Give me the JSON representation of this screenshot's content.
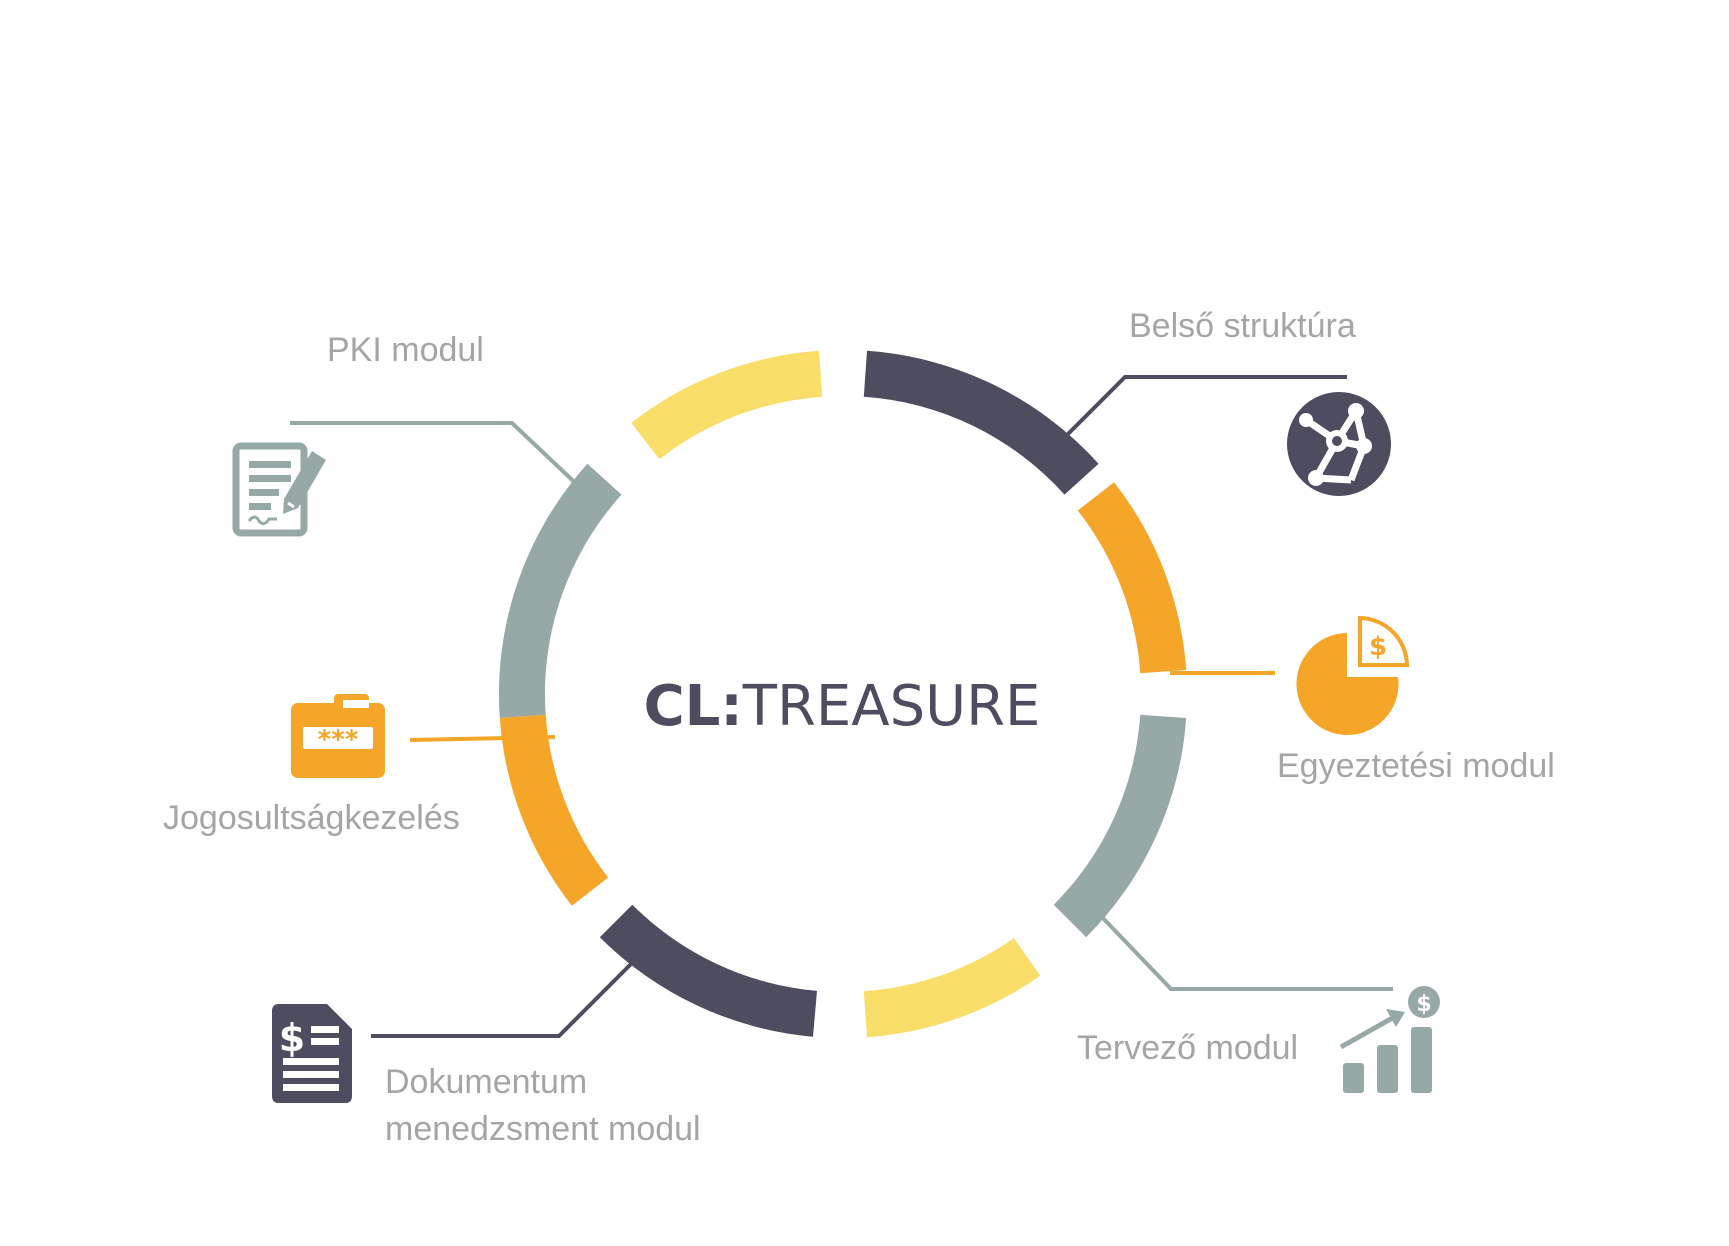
{
  "center": {
    "bold": "CL",
    "colon": ":",
    "light": "TREASURE"
  },
  "modules": {
    "pki": {
      "label": "PKI modul",
      "icon": "certificate-pen-icon",
      "color": "#97a9a7"
    },
    "belso": {
      "label": "Belső struktúra",
      "icon": "network-globe-icon",
      "color": "#4e4d60"
    },
    "egyeztetesi": {
      "label": "Egyeztetési modul",
      "icon": "pie-chart-dollar-icon",
      "color": "#f5a527"
    },
    "jogosultsag": {
      "label": "Jogosultságkezelés",
      "icon": "password-folder-icon",
      "color": "#f5a527"
    },
    "tervezo": {
      "label": "Tervező modul",
      "icon": "growth-chart-dollar-icon",
      "color": "#97a9a7"
    },
    "dokumentum": {
      "label_line1": "Dokumentum",
      "label_line2": "menedzsment modul",
      "icon": "dollar-document-icon",
      "color": "#4e4d60"
    }
  },
  "colors": {
    "yellow": "#f9df6a",
    "orange": "#f5a527",
    "gray": "#97a9a7",
    "dark": "#4e4d60",
    "label": "#a4a6a6"
  }
}
